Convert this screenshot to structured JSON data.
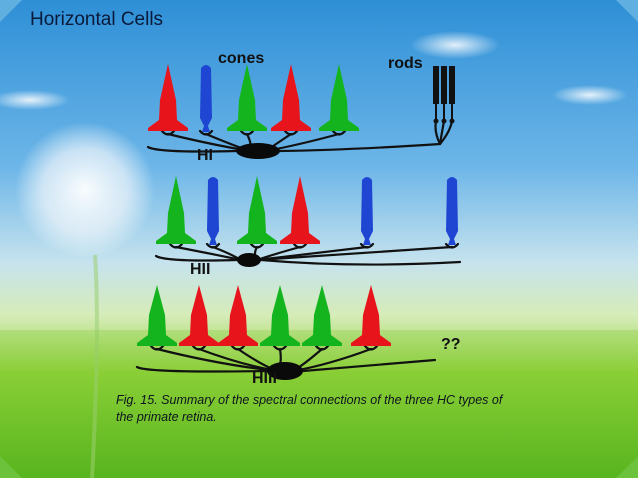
{
  "slide": {
    "title": "Horizontal Cells",
    "caption": "Fig. 15. Summary of the spectral connections of the three HC types of the primate retina."
  },
  "labels": {
    "cones": "cones",
    "rods": "rods",
    "h1": "HI",
    "h2": "HII",
    "h3": "HIII",
    "unknown": "??"
  },
  "colors": {
    "red_cone": "#e8141c",
    "green_cone": "#14b41e",
    "blue_cone": "#1e46d2",
    "rod": "#111111",
    "cell_body": "#0a0a0a"
  },
  "diagram": {
    "rows": [
      {
        "cell": "HI",
        "cones": [
          "red",
          "blue",
          "green",
          "red",
          "green"
        ],
        "rods": 3,
        "rod_connection": true
      },
      {
        "cell": "HII",
        "cones": [
          "green",
          "blue",
          "green",
          "red",
          "blue",
          "blue"
        ],
        "rods": 0,
        "rod_connection": false
      },
      {
        "cell": "HIII",
        "cones": [
          "green",
          "red",
          "red",
          "green",
          "green",
          "red"
        ],
        "rods": 0,
        "rod_connection": "unknown"
      }
    ]
  }
}
